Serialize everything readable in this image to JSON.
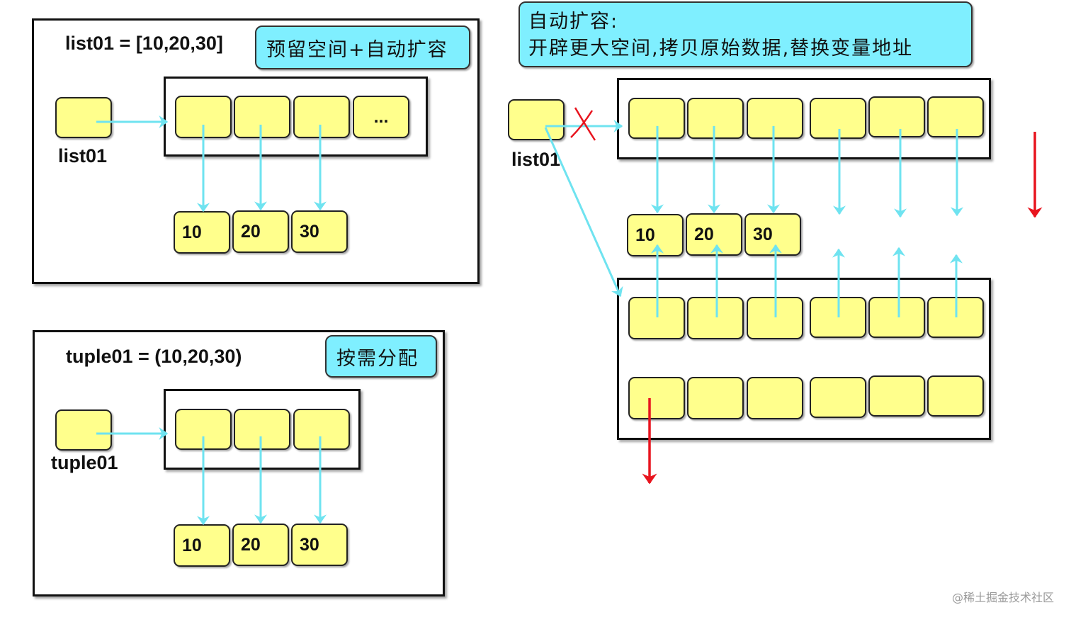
{
  "list_panel": {
    "title": "list01 = [10,20,30]",
    "note": "预留空间+自动扩容",
    "var_label": "list01",
    "slots": [
      "",
      "",
      "",
      "..."
    ],
    "values": [
      "10",
      "20",
      "30"
    ]
  },
  "tuple_panel": {
    "title": "tuple01 = (10,20,30)",
    "note": "按需分配",
    "var_label": "tuple01",
    "slots": [
      "",
      "",
      ""
    ],
    "values": [
      "10",
      "20",
      "30"
    ]
  },
  "expand_panel": {
    "note_line1": "自动扩容:",
    "note_line2": "开辟更大空间,拷贝原始数据,替换变量地址",
    "var_label": "list01",
    "values": [
      "10",
      "20",
      "30"
    ]
  },
  "colors": {
    "cell_fill": "#ffff8c",
    "note_fill": "#7fefff",
    "arrow": "#6fe3f0",
    "cross": "#e8141e"
  },
  "watermark": "@稀土掘金技术社区"
}
